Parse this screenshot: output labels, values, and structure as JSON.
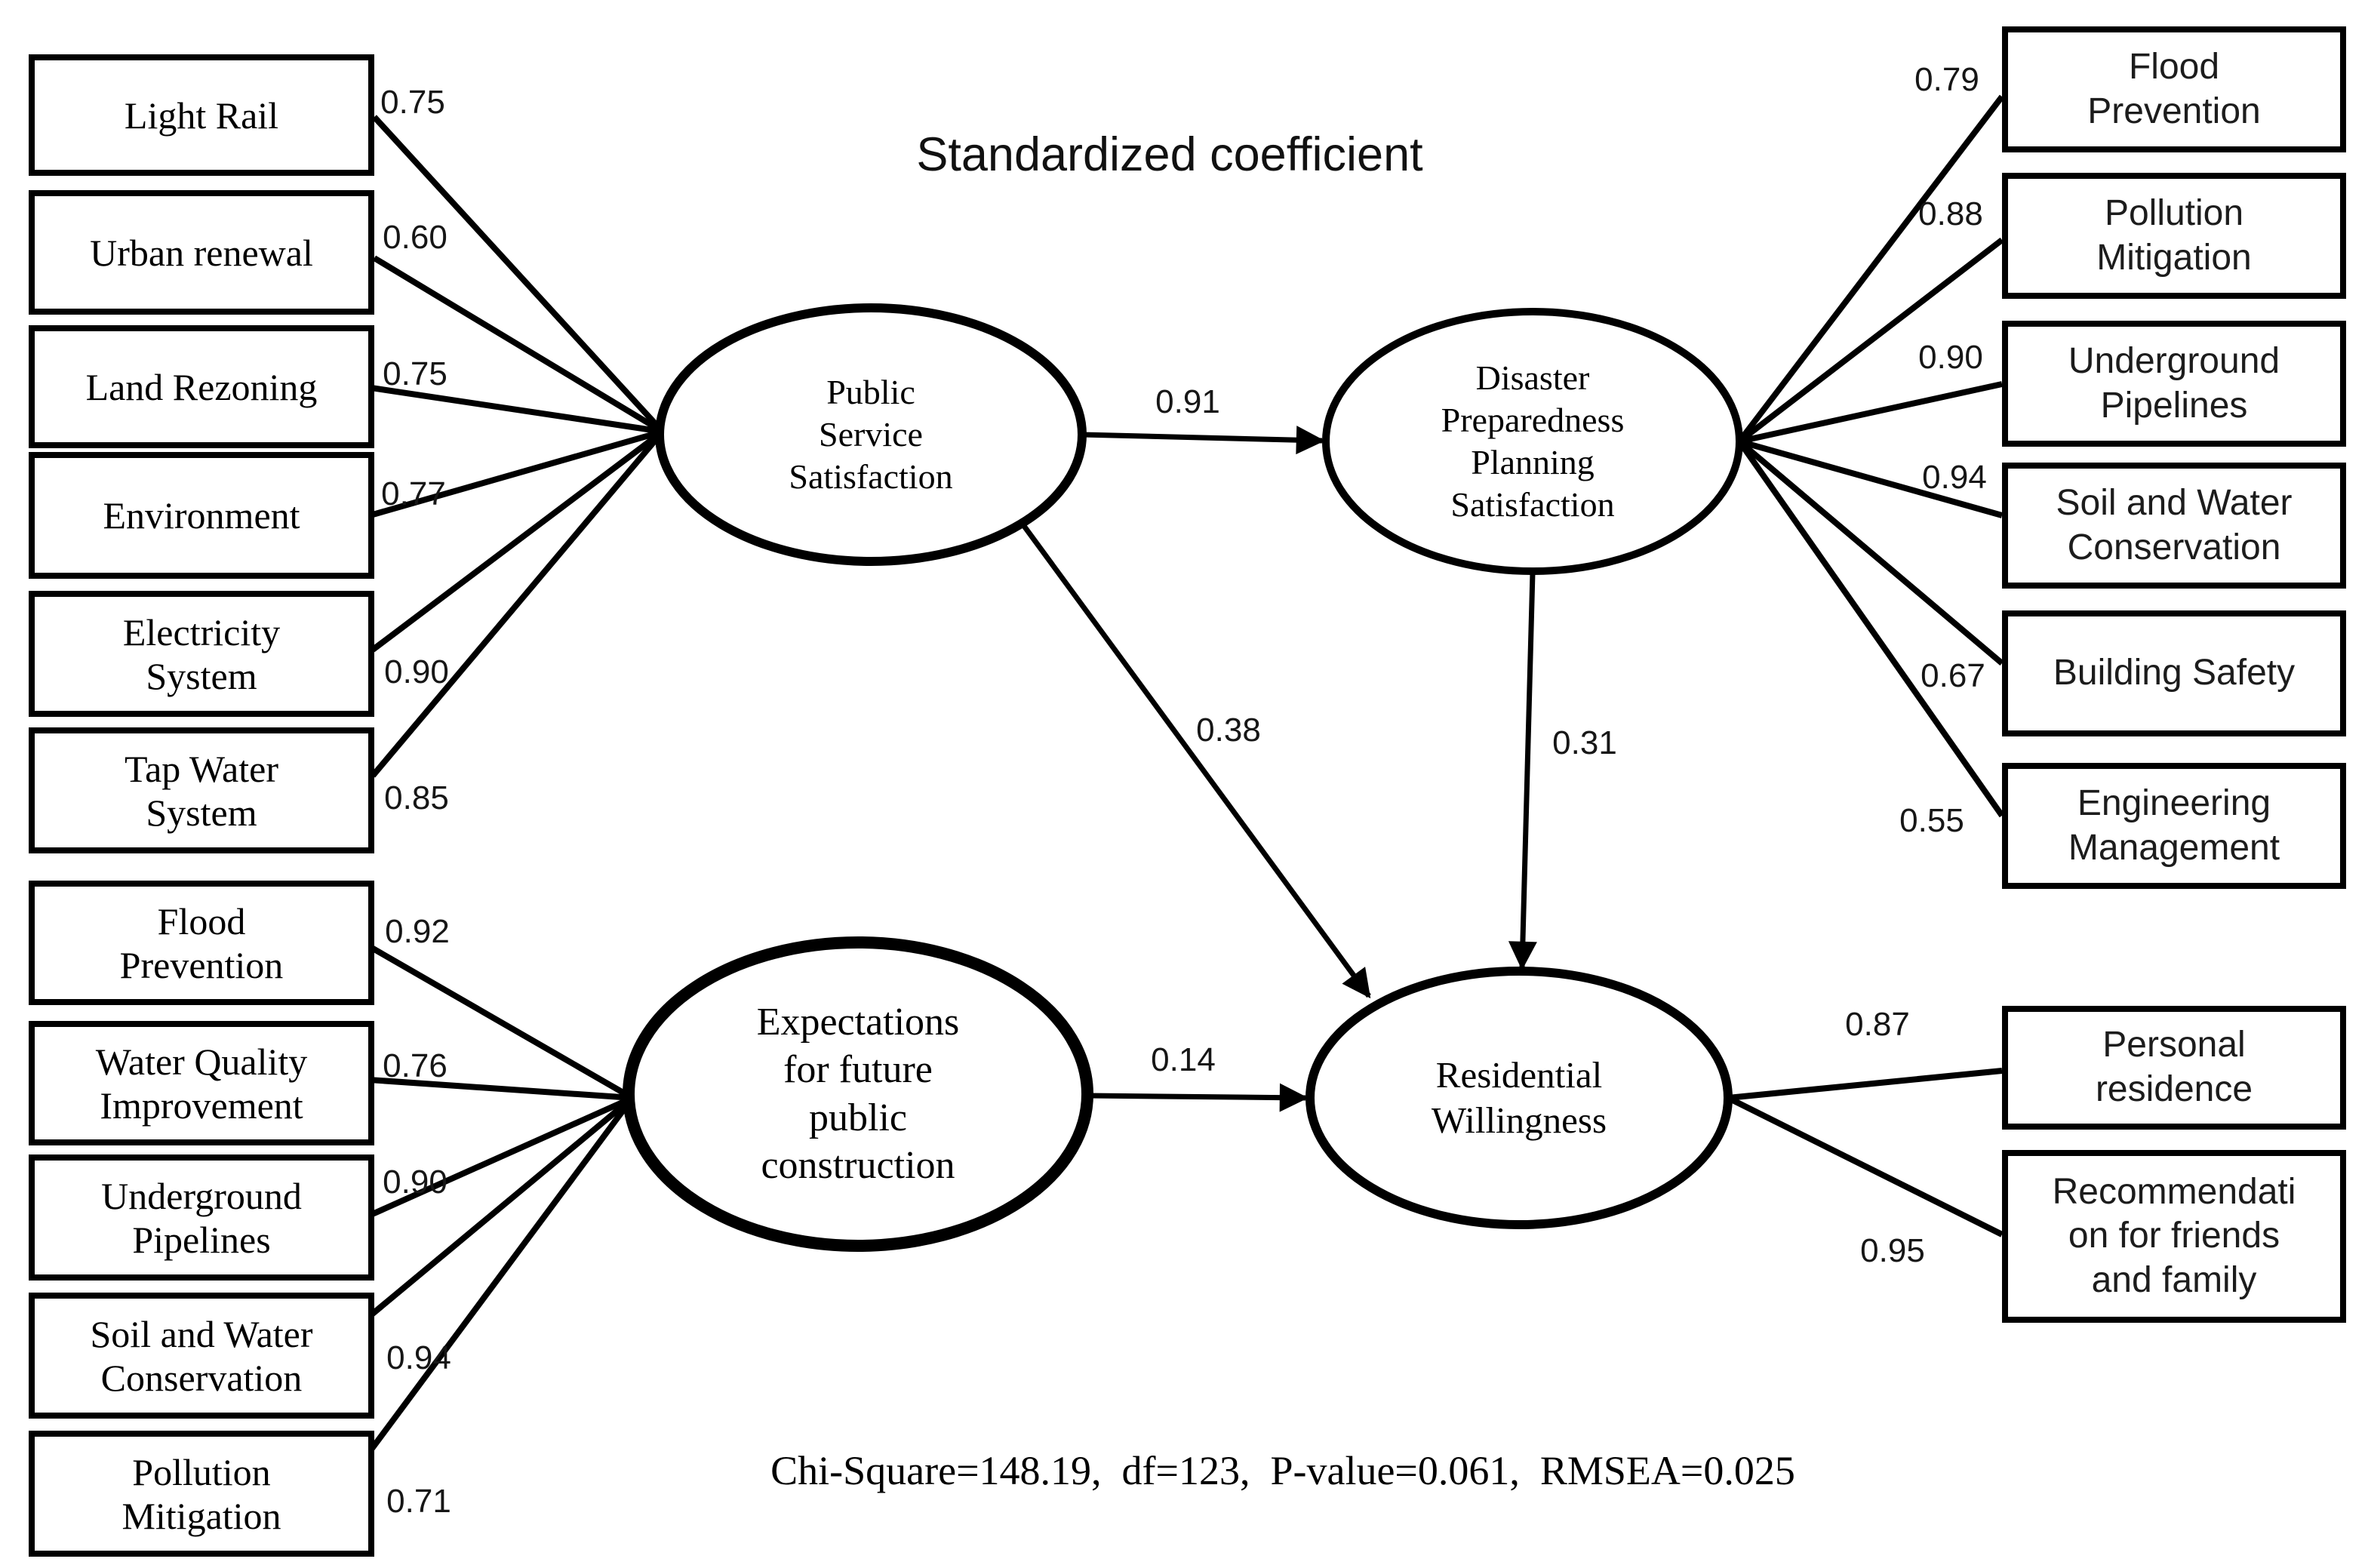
{
  "title": "Standardized coefficient",
  "fit_statistics": "Chi-Square=148.19,  df=123,  P-value=0.061,  RMSEA=0.025",
  "latent_variables": {
    "public_service_satisfaction": {
      "label": "Public\nService\nSatisfaction"
    },
    "disaster_preparedness": {
      "label": "Disaster\nPreparedness\nPlanning\nSatisfaction"
    },
    "expectations": {
      "label": "Expectations\nfor future\npublic\nconstruction"
    },
    "residential_willingness": {
      "label": "Residential\nWillingness"
    }
  },
  "structural_paths": [
    {
      "from": "Public Service Satisfaction",
      "to": "Disaster Preparedness Planning Satisfaction",
      "coefficient": "0.91"
    },
    {
      "from": "Public Service Satisfaction",
      "to": "Residential Willingness",
      "coefficient": "0.38"
    },
    {
      "from": "Disaster Preparedness Planning Satisfaction",
      "to": "Residential Willingness",
      "coefficient": "0.31"
    },
    {
      "from": "Expectations for future public construction",
      "to": "Residential Willingness",
      "coefficient": "0.14"
    }
  ],
  "indicators": {
    "public_service_satisfaction": [
      {
        "label": "Light Rail",
        "loading": "0.75"
      },
      {
        "label": "Urban renewal",
        "loading": "0.60"
      },
      {
        "label": "Land Rezoning",
        "loading": "0.75"
      },
      {
        "label": "Environment",
        "loading": "0.77"
      },
      {
        "label": "Electricity\nSystem",
        "loading": "0.90"
      },
      {
        "label": "Tap Water\nSystem",
        "loading": "0.85"
      }
    ],
    "expectations": [
      {
        "label": "Flood\nPrevention",
        "loading": "0.92"
      },
      {
        "label": "Water Quality\nImprovement",
        "loading": "0.76"
      },
      {
        "label": "Underground\nPipelines",
        "loading": "0.90"
      },
      {
        "label": "Soil and Water\nConservation",
        "loading": "0.94"
      },
      {
        "label": "Pollution\nMitigation",
        "loading": "0.71"
      }
    ],
    "disaster_preparedness": [
      {
        "label": "Flood\nPrevention",
        "loading": "0.79"
      },
      {
        "label": "Pollution\nMitigation",
        "loading": "0.88"
      },
      {
        "label": "Underground\nPipelines",
        "loading": "0.90"
      },
      {
        "label": "Soil and Water\nConservation",
        "loading": "0.94"
      },
      {
        "label": "Building Safety",
        "loading": "0.67"
      },
      {
        "label": "Engineering\nManagement",
        "loading": "0.55"
      }
    ],
    "residential_willingness": [
      {
        "label": "Personal\nresidence",
        "loading": "0.87"
      },
      {
        "label": "Recommendati\non for friends\nand family",
        "loading": "0.95"
      }
    ]
  },
  "colors": {
    "line": "#000000",
    "text": "#000000",
    "background": "#ffffff"
  }
}
